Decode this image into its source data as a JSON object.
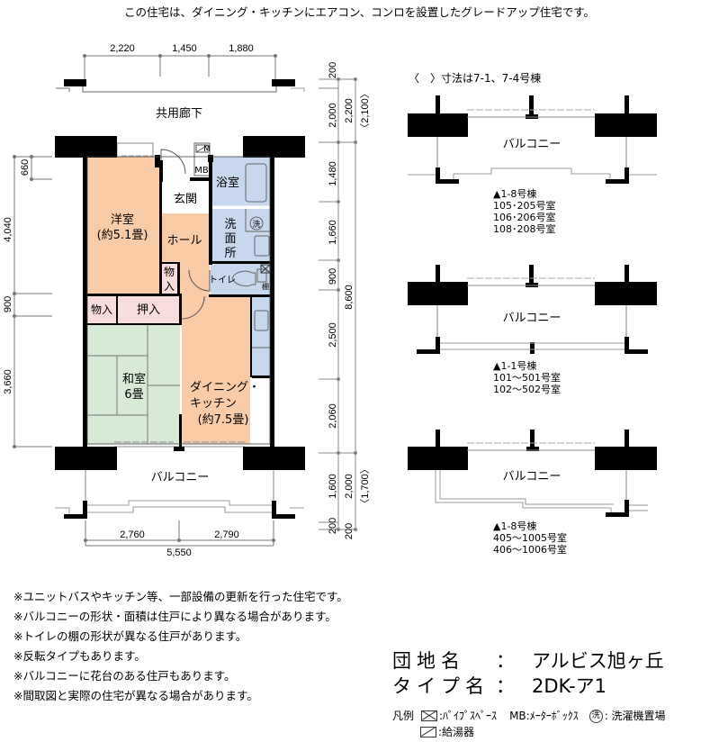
{
  "headline": "この住宅は、ダイニング・キッチンにエアコン、コンロを設置したグレードアップ住宅です。",
  "plan": {
    "corridor_label": "共用廊下",
    "balcony_label": "バルコニー",
    "rooms": {
      "western_room": {
        "name": "洋室",
        "size": "(約5.1畳)",
        "color": "#f9cba7"
      },
      "entrance": {
        "name": "玄関",
        "color": "#ffffff"
      },
      "hall": {
        "name": "ホール",
        "color": "#f9cba7"
      },
      "bathroom": {
        "name": "浴室",
        "color": "#c6d7ee"
      },
      "washroom": {
        "name": "洗面所",
        "color": "#c6d7ee"
      },
      "toilet": {
        "name": "トイレ",
        "color": "#c6d7ee"
      },
      "shelf": {
        "name": "棚"
      },
      "storage_hall": {
        "name": "物入"
      },
      "storage_left": {
        "name": "物入",
        "color": "#f9dcdc"
      },
      "closet": {
        "name": "押入",
        "color": "#f9dcdc"
      },
      "japanese_room": {
        "name": "和室",
        "size": "6畳",
        "color": "#d6ead6"
      },
      "dining_kitchen": {
        "name_line1": "ダイニング・",
        "name_line2": "キッチン",
        "size": "(約7.5畳)",
        "color": "#f9cba7"
      }
    },
    "meter_box": "MB",
    "washer_mark": "洗",
    "top_dims": [
      "2,220",
      "1,450",
      "1,880"
    ],
    "bottom_dims": [
      "2,760",
      "2,790"
    ],
    "bottom_total": "5,550",
    "left_dims": [
      "660",
      "4,040",
      "900",
      "3,660"
    ],
    "right_dims": {
      "col1": [
        "200",
        "2,000",
        "1,480",
        "1,660",
        "900",
        "2,500",
        "2,060",
        "1,600",
        "200"
      ],
      "col2": [
        "2,200",
        "8,600",
        "2,000",
        "200"
      ],
      "col3": [
        "〈2,100〉",
        "〈1,700〉"
      ]
    }
  },
  "variants": {
    "note": "〈　〉寸法は7-1、7-4号棟",
    "items": [
      {
        "balcony_label": "バルコニー",
        "building": "▲1-8号棟",
        "rooms": [
          "105･205号室",
          "106･206号室",
          "108･208号室"
        ]
      },
      {
        "balcony_label": "バルコニー",
        "building": "▲1-1号棟",
        "rooms": [
          "101～501号室",
          "102～502号室"
        ]
      },
      {
        "balcony_label": "バルコニー",
        "building": "▲1-8号棟",
        "rooms": [
          "405～1005号室",
          "406～1006号室"
        ]
      }
    ]
  },
  "notes": [
    "※ユニットバスやキッチン等、一部設備の更新を行った住宅です。",
    "※バルコニーの形状・面積は住戸により異なる場合があります。",
    "※トイレの棚の形状が異なる住戸があります。",
    "※反転タイプもあります。",
    "※バルコニーに花台のある住戸もあります。",
    "※間取図と実際の住宅が異なる場合があります。"
  ],
  "info": {
    "estate_label": "団地名",
    "estate_value": "アルビス旭ヶ丘",
    "type_label": "タイプ名",
    "type_value": "2DK-ア1",
    "colon": "："
  },
  "legend": {
    "title": "凡例",
    "pipe_space": ":ﾊﾟｲﾌﾟｽﾍﾟｰｽ",
    "mb_key": "MB",
    "mb_text": ":ﾒｰﾀｰﾎﾞｯｸｽ",
    "washer_key": "洗",
    "washer_text": ": 洗濯機置場",
    "water_heater": ":給湯器"
  }
}
